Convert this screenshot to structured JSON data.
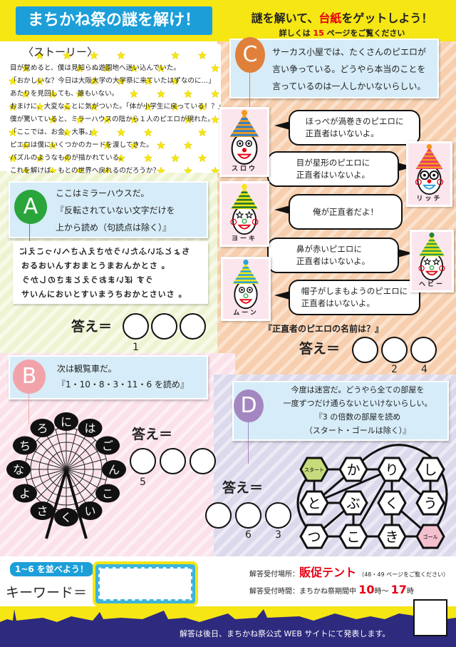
{
  "header": {
    "title": "まちかね祭の謎を解け！",
    "tagline_pre": "謎を解いて、",
    "tagline_red": "台紙",
    "tagline_post": "をゲットしよう！",
    "detail_pre": "詳しくは ",
    "detail_page": "15",
    "detail_post": " ページをご覧ください"
  },
  "colors": {
    "header_yellow": "#f5e614",
    "title_blue": "#1c9fd9",
    "accent_red": "#e60012",
    "navy": "#2e2a7e"
  },
  "story": {
    "heading": "〈ストーリー〉",
    "lines": [
      "目が覚めると、僕は見知らぬ遊園地へ迷い込んでいた。",
      "「おかしいな？今日は大阪大学の大学祭に来ていたはずなのに…」",
      "あたりを見回しても、誰もいない。",
      "おまけに、大変なことに気がついた。「体が小学生に戻っている！？」",
      "僕が驚いていると、ミラーハウスの陰から１人のピエロが現れた。",
      "「ここでは、お金、大事。」",
      "ピエロは僕にいくつかのカードを渡してきた。",
      "パズルのようなものが描かれている。",
      "これを解けば、もとの世界へ戻れるのだろうか？"
    ]
  },
  "puzzle_a": {
    "letter": "A",
    "balloon_color": "#2aa53c",
    "lines": [
      "ここはミラーハウスだ。",
      "『反転されていない文字だけを",
      "上から読め（句読点は除く）』"
    ],
    "mirror_lines": [
      "ちょとぶいふたいうかさえんさへいっこえに",
      "おるおいんすおまとうまおんかとさ 。",
      "うす ぼいまおうえとまさのしかう",
      "サいんにおいとすいまうちおかとさいさ 。"
    ],
    "answer_label": "答え＝",
    "hints": [
      "1",
      "",
      ""
    ]
  },
  "puzzle_b": {
    "letter": "B",
    "balloon_color": "#f2a3aa",
    "lines": [
      "次は観覧車だ。",
      "『1・10・8・3・11・6 を読め』"
    ],
    "wheel": [
      "に",
      "は",
      "ご",
      "ん",
      "こ",
      "い",
      "く",
      "さ",
      "よ",
      "な",
      "ち",
      "ろ"
    ],
    "answer_label": "答え＝",
    "hints": [
      "5",
      "",
      ""
    ]
  },
  "puzzle_c": {
    "letter": "C",
    "balloon_color": "#e0803a",
    "lines": [
      "サーカス小屋では、たくさんのピエロが",
      "言い争っている。どうやら本当のことを",
      "言っているのは一人しかいないらしい。"
    ],
    "clowns": [
      {
        "name": "スロウ",
        "speech": [
          "ほっぺが渦巻きのピエロに",
          "正直者はいないよ。"
        ],
        "hat": [
          "#f39a1e",
          "#2a7fc8"
        ],
        "pom": "#f39a1e",
        "eyes": "round",
        "nose": "#e60012",
        "cheeks": false,
        "mouth": "#e60012"
      },
      {
        "name": "リッチ",
        "speech": [
          "目が星形のピエロに",
          "正直者はいないよ。"
        ],
        "hat": [
          "#e8336f",
          "#f39a1e"
        ],
        "pom": "#f39a1e",
        "eyes": "glasses",
        "nose": "#e60012",
        "cheeks": true,
        "mouth": "#2a9fd8"
      },
      {
        "name": "ヨーキ",
        "speech": [
          "俺が正直者だよ！"
        ],
        "hat": [
          "#f5e614",
          "#1e7a2e"
        ],
        "pom": "#f5e614",
        "eyes": "star",
        "nose": "#3aa84a",
        "cheeks": true,
        "mouth": "#e60012"
      },
      {
        "name": "ヘビー",
        "speech": [
          "鼻が赤いピエロに",
          "正直者はいないよ。"
        ],
        "hat": [
          "#f5e614",
          "#2aa053"
        ],
        "pom": "#1e8a3a",
        "eyes": "star",
        "nose": "#3aa84a",
        "cheeks": true,
        "mouth": "#e60012"
      },
      {
        "name": "ムーン",
        "speech": [
          "帽子がしまもようのピエロに",
          "正直者はいないよ。"
        ],
        "hat": [
          "#f5e614",
          "#2aa4d8"
        ],
        "pom": "#2aa4d8",
        "eyes": "round",
        "nose": "#3aa84a",
        "cheeks": false,
        "mouth": "#e60012"
      }
    ],
    "question": "『正直者のピエロの名前は？』",
    "answer_label": "答え＝",
    "hints": [
      "",
      "2",
      "4"
    ]
  },
  "puzzle_d": {
    "letter": "D",
    "balloon_color": "#a487c0",
    "lines": [
      "今度は迷宮だ。どうやら全ての部屋を",
      "一度ずつだけ通らないといけないらしい。",
      "『3 の倍数の部屋を読め",
      "（スタート・ゴールは除く）』"
    ],
    "rooms": [
      "スタート",
      "か",
      "り",
      "し",
      "と",
      "ぶ",
      "く",
      "う",
      "つ",
      "こ",
      "き",
      "ゴール"
    ],
    "start_color": "#c6db7c",
    "goal_color": "#f4c0cf",
    "answer_label": "答え＝",
    "hints": [
      "",
      "6",
      "3"
    ]
  },
  "keyword": {
    "pill": "1~6 を並べよう！",
    "label": "キーワード＝",
    "value": ""
  },
  "info": {
    "place_label": "解答受付場所：",
    "place": "販促テント",
    "place_note": "（48・49 ページをご覧ください）",
    "time_label": "解答受付時間：まちかね祭期間中 ",
    "time_start": "10",
    "time_mid": "時～",
    "time_end": "17",
    "time_post": "時"
  },
  "footer": "解答は後日、まちかね祭公式 WEB サイトにて発表します。"
}
